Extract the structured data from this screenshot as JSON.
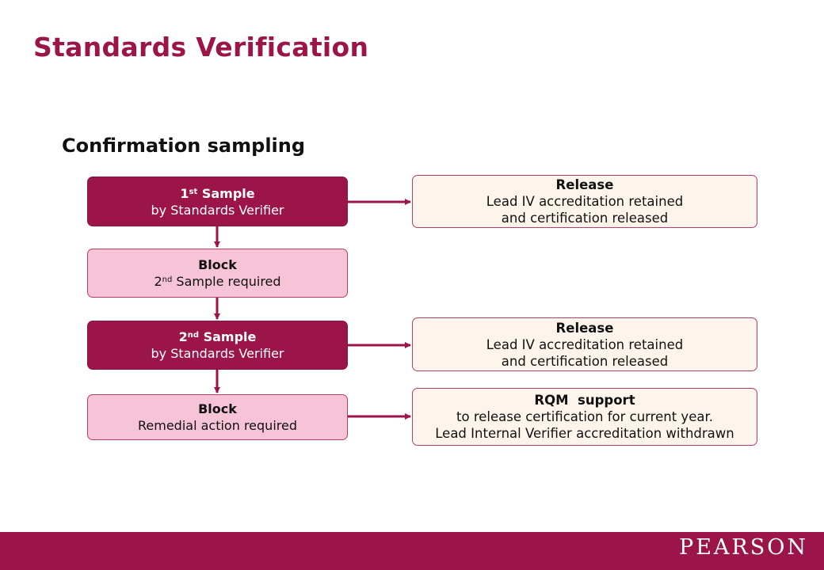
{
  "header": {
    "title": "Standards Verification",
    "subtitle": "Confirmation sampling"
  },
  "flow": {
    "sample1": {
      "ordinal": "1",
      "suffix": "st",
      "head": "Sample",
      "line": "by Standards Verifier"
    },
    "block1": {
      "head": "Block",
      "ordinal": "2",
      "suffix": "nd",
      "line": "Sample required"
    },
    "sample2": {
      "ordinal": "2",
      "suffix": "nd",
      "head": "Sample",
      "line": "by Standards Verifier"
    },
    "block2": {
      "head": "Block",
      "line": "Remedial action required"
    },
    "release1": {
      "head": "Release",
      "line1": "Lead IV accreditation retained",
      "line2": "and certification released"
    },
    "release2": {
      "head": "Release",
      "line1": "Lead IV accreditation retained",
      "line2": "and certification released"
    },
    "rqm": {
      "head": "RQM  support",
      "line1": "to release certification for current year.",
      "line2": "Lead Internal Verifier accreditation withdrawn"
    }
  },
  "footer": {
    "logo": "PEARSON"
  },
  "colors": {
    "brand": "#9c1548",
    "pink": "#f6c3d7",
    "cream": "#fdf5ec"
  }
}
